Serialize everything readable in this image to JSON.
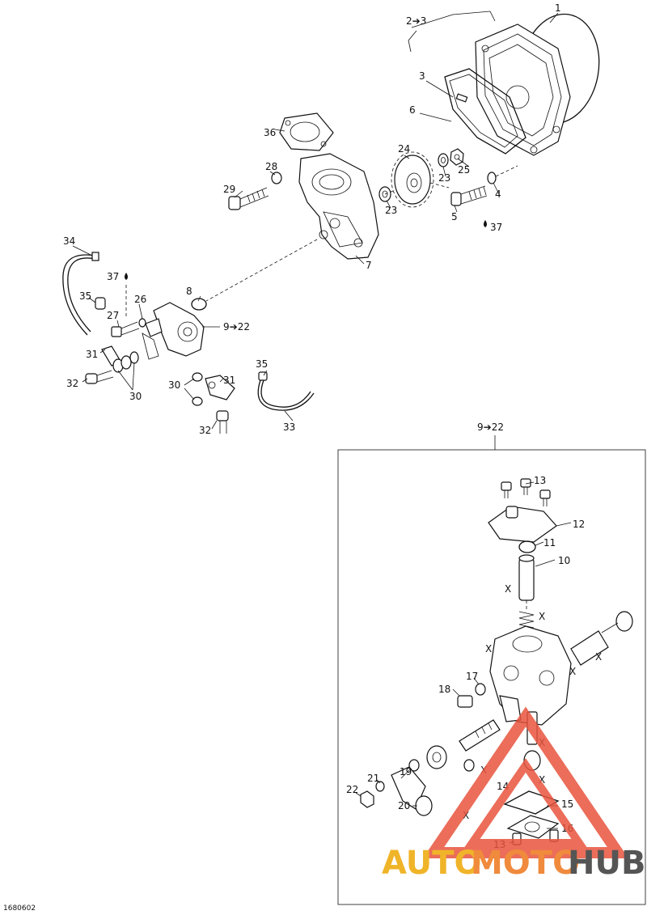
{
  "diagram": {
    "drawing_number": "1680602",
    "inset_title": "9➔22",
    "callouts": {
      "c1": "1",
      "c2to3": "2➔3",
      "c3": "3",
      "c6": "6",
      "c24": "24",
      "c23a": "23",
      "c25": "25",
      "c23b": "23",
      "c4": "4",
      "c5": "5",
      "c37a": "37",
      "c36": "36",
      "c28": "28",
      "c29": "29",
      "c7": "7",
      "c34": "34",
      "c37b": "37",
      "c35a": "35",
      "c26": "26",
      "c8": "8",
      "c27": "27",
      "c9to22": "9➔22",
      "c31a": "31",
      "c32a": "32",
      "c30a": "30",
      "c35b": "35",
      "c30b": "30",
      "c31b": "31",
      "c33": "33",
      "c32b": "32",
      "c13a": "13",
      "c12": "12",
      "c11": "11",
      "c10": "10",
      "c17": "17",
      "c18": "18",
      "c19": "19",
      "c21": "21",
      "c22": "22",
      "c20": "20",
      "c14": "14",
      "c15": "15",
      "c16": "16",
      "c13b": "13"
    },
    "x_marks": [
      "X",
      "X",
      "X",
      "X",
      "X",
      "X",
      "X",
      "X",
      "X"
    ]
  },
  "watermark": {
    "auto": "AUTO",
    "moto": "MOTO",
    "hub": "HUB"
  },
  "colors": {
    "line": "#111111",
    "wm_triangle": "#e8533d",
    "wm_auto": "#f0b429",
    "wm_moto": "#f08a3c",
    "wm_hub": "#555555"
  }
}
